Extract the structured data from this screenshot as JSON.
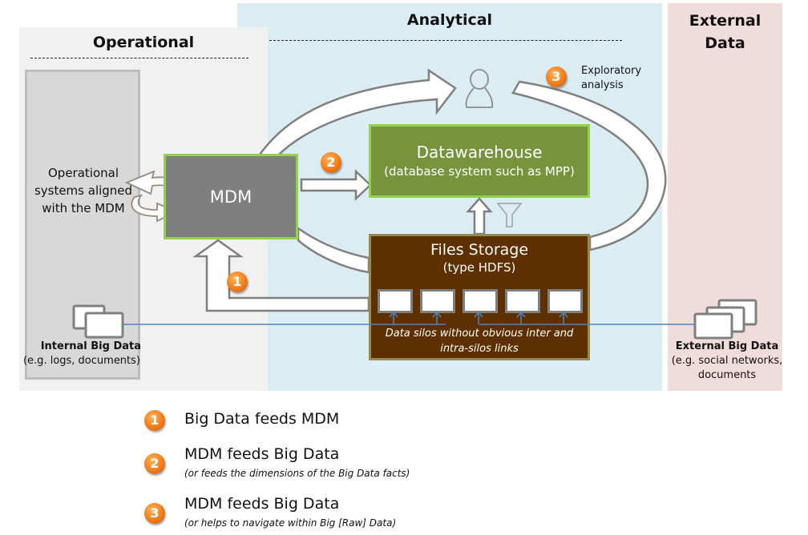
{
  "zones": {
    "operational": {
      "title": "Operational",
      "color": "#f1f1f1"
    },
    "analytical": {
      "title": "Analytical",
      "color": "#dbecf2"
    },
    "external": {
      "title_line1": "External",
      "title_line2": "Data",
      "color": "#f1dcdc"
    }
  },
  "operational_systems": {
    "line1": "Operational",
    "line2": "systems aligned",
    "line3": "with the MDM"
  },
  "mdm": {
    "label": "MDM",
    "color": "#7f7f7f",
    "border": "#92d050"
  },
  "datawarehouse": {
    "title": "Datawarehouse",
    "subtitle": "(database system such as MPP)",
    "color": "#77933c"
  },
  "files_storage": {
    "title": "Files Storage",
    "subtitle": "(type HDFS)",
    "silo_count": 5,
    "note_line1": "Data silos without obvious inter and",
    "note_line2": "intra-silos links",
    "color": "#5e3000"
  },
  "internal_big_data": {
    "title": "Internal Big Data",
    "subtitle": "(e.g. logs, documents)"
  },
  "external_big_data": {
    "title": "External Big Data",
    "subtitle_line1": "(e.g. social networks,",
    "subtitle_line2": "documents"
  },
  "exploratory": {
    "badge": "3",
    "line1": "Exploratory",
    "line2": "analysis"
  },
  "badges": {
    "one": "1",
    "two": "2",
    "three": "3"
  },
  "icons": {
    "user": "user-icon",
    "funnel": "funnel-icon"
  },
  "legend": [
    {
      "number": "1",
      "main": "Big Data feeds MDM",
      "sub": ""
    },
    {
      "number": "2",
      "main": "MDM feeds Big Data",
      "sub": "(or feeds the dimensions of the Big Data facts)"
    },
    {
      "number": "3",
      "main": "MDM feeds Big Data",
      "sub": "(or helps to navigate within Big [Raw] Data)"
    }
  ],
  "colors": {
    "badge": "#f07d1a",
    "link_line": "#4f81bd",
    "arrow_stroke": "#7f7f7f"
  }
}
